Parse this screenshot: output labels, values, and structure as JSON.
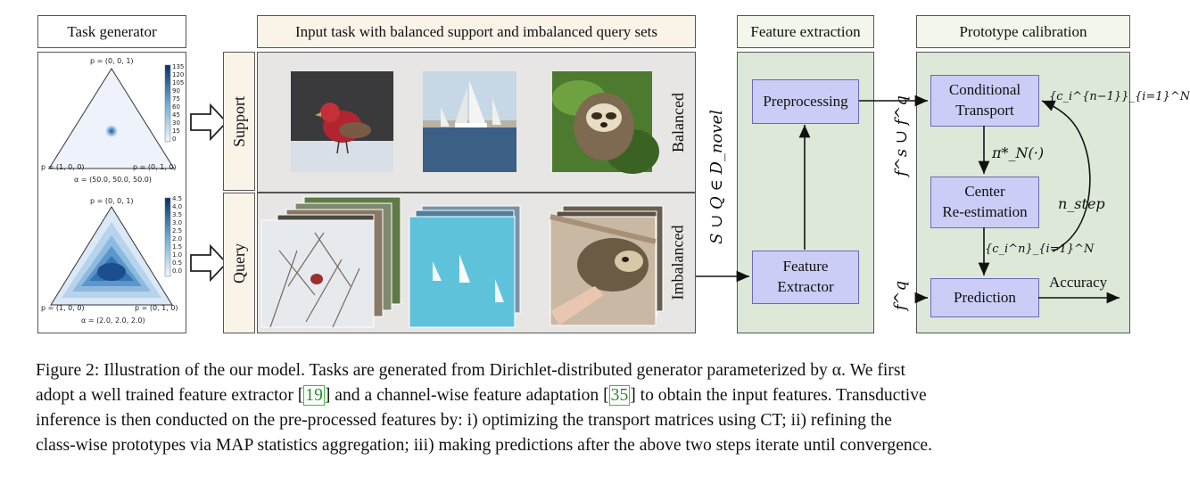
{
  "headers": {
    "task_generator": "Task generator",
    "input_task": "Input task with balanced support and imbalanced query sets",
    "feature_extraction": "Feature extraction",
    "prototype_calibration": "Prototype calibration"
  },
  "simplex_top": {
    "vertex_top": "p = (0, 0, 1)",
    "vertex_left": "p = (1, 0, 0)",
    "vertex_right": "p = (0, 1, 0)",
    "alpha": "α = (50.0, 50.0, 50.0)",
    "scale": [
      "135",
      "120",
      "105",
      "90",
      "75",
      "60",
      "45",
      "30",
      "15",
      "0"
    ]
  },
  "simplex_bottom": {
    "vertex_top": "p = (0, 0, 1)",
    "vertex_left": "p = (1, 0, 0)",
    "vertex_right": "p = (0, 1, 0)",
    "alpha": "α = (2.0, 2.0, 2.0)",
    "scale": [
      "4.5",
      "4.0",
      "3.5",
      "3.0",
      "2.5",
      "2.0",
      "1.5",
      "1.0",
      "0.5",
      "0.0"
    ]
  },
  "side_labels": {
    "support": "Support",
    "query": "Query",
    "balanced": "Balanced",
    "imbalanced": "Imbalanced"
  },
  "set_formula": "S ∪ Q ∈ D_novel",
  "feature_boxes": {
    "preprocessing": "Preprocessing",
    "feature_extractor_line1": "Feature",
    "feature_extractor_line2": "Extractor"
  },
  "calibration": {
    "conditional_transport_line1": "Conditional",
    "conditional_transport_line2": "Transport",
    "center_line1": "Center",
    "center_line2": "Re-estimation",
    "prediction": "Prediction",
    "accuracy": "Accuracy",
    "fs_fq": "f^s ∪ f^q",
    "fq": "f^q",
    "pi": "π*_N(·)",
    "c_prev": "{c_i^{n−1}}_{i=1}^N",
    "c_curr": "{c_i^n}_{i=1}^N",
    "n_step": "n_step"
  },
  "caption": {
    "line1": "Figure 2: Illustration of the our model. Tasks are generated from Dirichlet-distributed generator parameterized by α. We first",
    "line2a": "adopt a well trained feature extractor [",
    "cite1": "19",
    "line2b": "] and a channel-wise feature adaptation [",
    "cite2": "35",
    "line2c": "] to obtain the input features. Transductive",
    "line3": "inference is then conducted on the pre-processed features by: i) optimizing the transport matrices using CT; ii) refining the",
    "line4": "class-wise prototypes via MAP statistics aggregation; iii) making predictions after the above two steps iterate until convergence."
  }
}
